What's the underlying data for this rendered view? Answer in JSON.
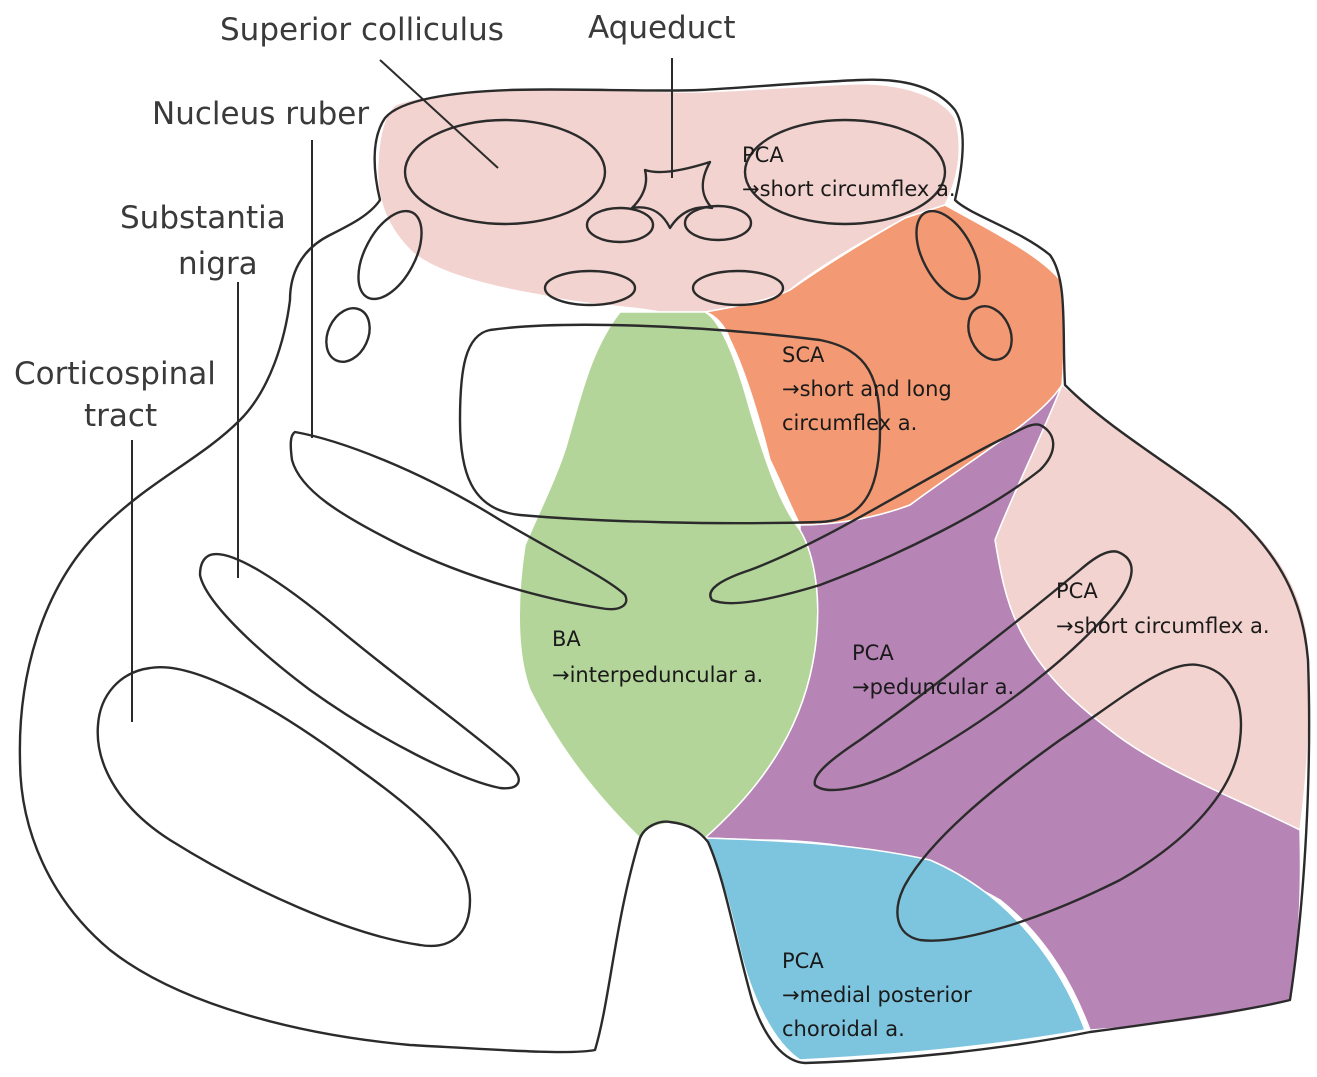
{
  "labels": {
    "superior_colliculus": "Superior colliculus",
    "aqueduct": "Aqueduct",
    "nucleus_ruber": "Nucleus ruber",
    "substantia_nigra_1": "Substantia",
    "substantia_nigra_2": "nigra",
    "corticospinal_1": "Corticospinal",
    "corticospinal_2": "tract"
  },
  "territories": {
    "pca_tectal": {
      "line1": "PCA",
      "line2": "→short circumflex a.",
      "color": "#f2d3cf"
    },
    "sca": {
      "line1": "SCA",
      "line2": "→short and long",
      "line3": "circumflex a.",
      "color": "#f39a74"
    },
    "pca_lateral": {
      "line1": "PCA",
      "line2": "→short circumflex a.",
      "color": "#f2d3cf"
    },
    "ba": {
      "line1": "BA",
      "line2": "→interpeduncular a.",
      "color": "#b3d59a"
    },
    "pca_peduncular": {
      "line1": "PCA",
      "line2": "→peduncular a.",
      "color": "#b684b5"
    },
    "pca_medial_posterior": {
      "line1": "PCA",
      "line2": "→medial posterior",
      "line3": "choroidal a.",
      "color": "#7dc5df"
    }
  }
}
